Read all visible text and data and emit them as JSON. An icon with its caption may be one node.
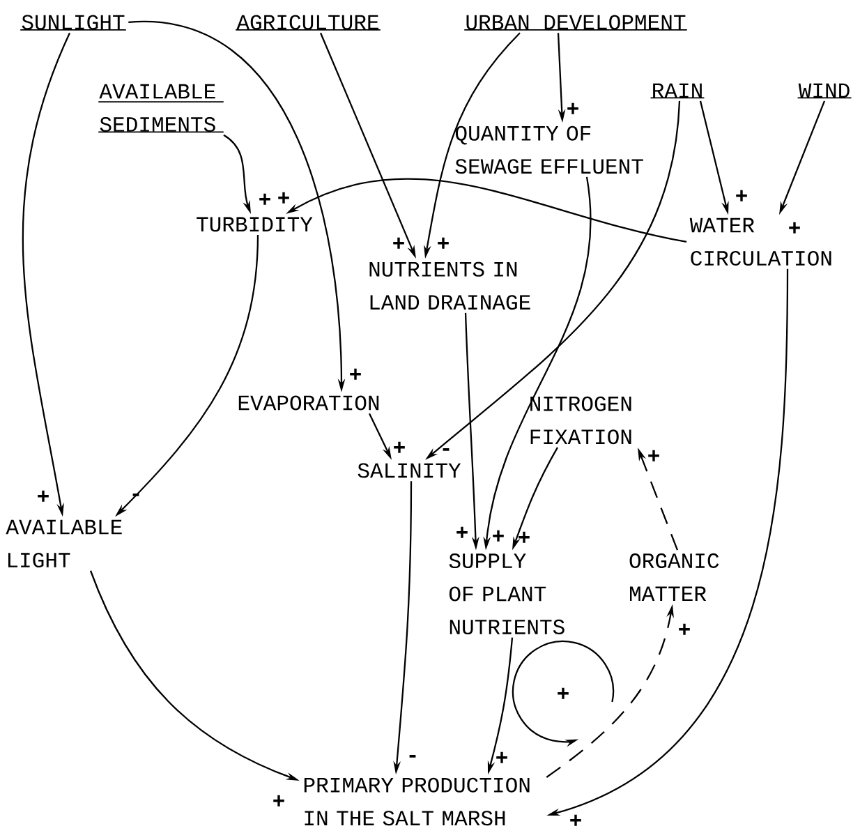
{
  "diagram": {
    "nodes": [
      {
        "text": [
          "SUNLIGHT"
        ]
      },
      {
        "text": [
          "AGRICULTURE"
        ]
      },
      {
        "text": [
          "URBAN DEVELOPMENT"
        ]
      },
      {
        "text": [
          "AVAILABLE SEDIMENTS"
        ]
      },
      {
        "text": [
          "RAIN"
        ]
      },
      {
        "text": [
          "WIND"
        ]
      },
      {
        "text": [
          "QUANTITY OF SEWAGE EFFLUENT"
        ]
      },
      {
        "text": [
          "TURBIDITY"
        ]
      },
      {
        "text": [
          "WATER CIRCULATION"
        ]
      },
      {
        "text": [
          "NUTRIENTS IN LAND DRAINAGE"
        ]
      },
      {
        "text": [
          "EVAPORATION"
        ]
      },
      {
        "text": [
          "NITROGEN FIXATION"
        ]
      },
      {
        "text": [
          "SALINITY"
        ]
      },
      {
        "text": [
          "AVAILABLE LIGHT"
        ]
      },
      {
        "text": [
          "SUPPLY OF PLANT NUTRIENTS"
        ]
      },
      {
        "text": [
          "ORGANIC MATTER"
        ]
      },
      {
        "text": [
          "PRIMARY PRODUCTION IN THE SALT MARSH"
        ]
      }
    ],
    "edges": [
      {
        "from": 0,
        "to": 13,
        "arrow": "to",
        "label": "+"
      },
      {
        "from": 0,
        "to": 10,
        "arrow": "to",
        "label": "+"
      },
      {
        "from": 1,
        "to": 9,
        "arrow": "to",
        "label": "+"
      },
      {
        "from": 2,
        "to": 9,
        "arrow": "to",
        "label": "+"
      },
      {
        "from": 2,
        "to": 6,
        "arrow": "to",
        "label": "+"
      },
      {
        "from": 3,
        "to": 7,
        "arrow": "to",
        "label": "+"
      },
      {
        "from": 8,
        "to": 7,
        "arrow": "to",
        "label": "+"
      },
      {
        "from": 4,
        "to": 8,
        "arrow": "to",
        "label": "+"
      },
      {
        "from": 5,
        "to": 8,
        "arrow": "to",
        "label": "+"
      },
      {
        "from": 4,
        "to": 12,
        "arrow": "to",
        "label": "-"
      },
      {
        "from": 6,
        "to": 14,
        "arrow": "to",
        "label": "+"
      },
      {
        "from": 9,
        "to": 14,
        "arrow": "to",
        "label": "+"
      },
      {
        "from": 11,
        "to": 14,
        "arrow": "to",
        "label": "+"
      },
      {
        "from": 7,
        "to": 13,
        "arrow": "to",
        "label": "-"
      },
      {
        "from": 10,
        "to": 12,
        "arrow": "to",
        "label": "+"
      },
      {
        "from": 12,
        "to": 16,
        "arrow": "to",
        "label": "-"
      },
      {
        "from": 13,
        "to": 16,
        "arrow": "to",
        "label": "+"
      },
      {
        "from": 14,
        "to": 16,
        "arrow": "to",
        "label": "+"
      },
      {
        "from": 8,
        "to": 16,
        "arrow": "to",
        "label": "+"
      },
      {
        "from": 16,
        "to": 15,
        "arrow": "to",
        "label": "+",
        "style": "dashed"
      },
      {
        "from": 15,
        "to": 11,
        "arrow": "to",
        "label": "+",
        "style": "dashed"
      }
    ],
    "labels": [
      "+"
    ]
  }
}
